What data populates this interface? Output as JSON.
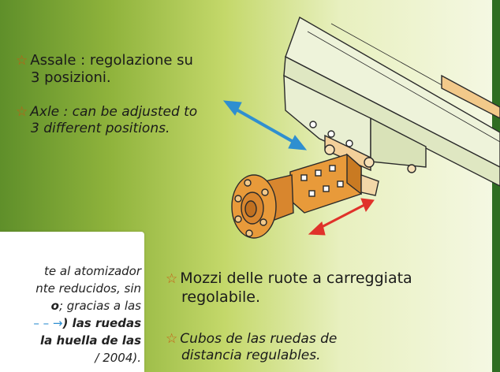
{
  "assale_it": {
    "line1": "Assale : regolazione su",
    "line2": "3 posizioni."
  },
  "axle_en": {
    "line1": "Axle : can be adjusted to",
    "line2": "3 different positions."
  },
  "mozzi_it": {
    "line1": "Mozzi delle ruote a carreggiata",
    "line2": "regolabile."
  },
  "cubos_es": {
    "line1": "Cubos de las ruedas de",
    "line2": "distancia regulables."
  },
  "panel_es": {
    "line1": "te al atomizador",
    "line2": "nte reducidos, sin",
    "line3a": "o",
    "line3b": "; gracias a las",
    "line4": ") las ruedas",
    "line5": "la huella de las",
    "line6": "/ 2004)."
  },
  "colors": {
    "star": "#c85a12",
    "blue_arrow": "#2f8fd0",
    "red_arrow": "#e0322a",
    "axle": "#e89a3a"
  }
}
